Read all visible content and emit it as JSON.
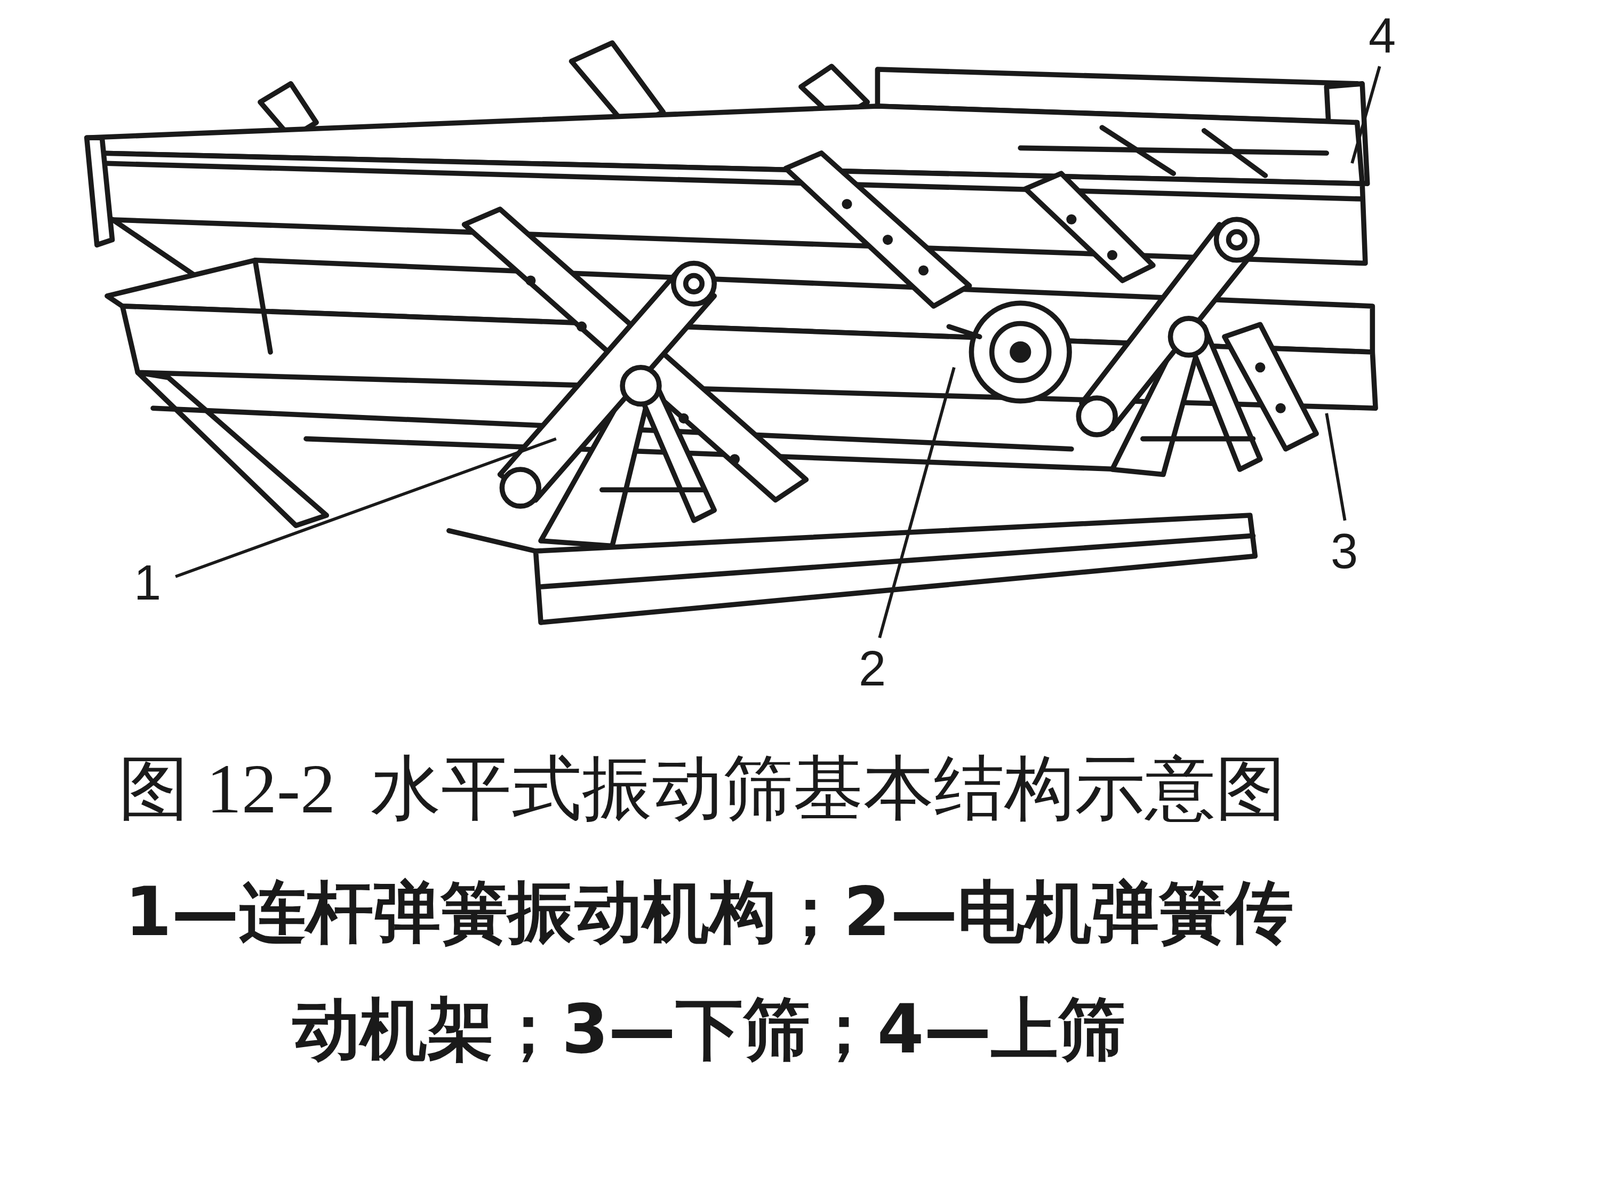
{
  "diagram": {
    "title": "图 12-2  水平式振动筛基本结构示意图",
    "caption": "1—连杆弹簧振动机构；2—电机弹簧传动机架；3—下筛；4—上筛",
    "labels": [
      "4",
      "3",
      "1",
      "2"
    ]
  }
}
